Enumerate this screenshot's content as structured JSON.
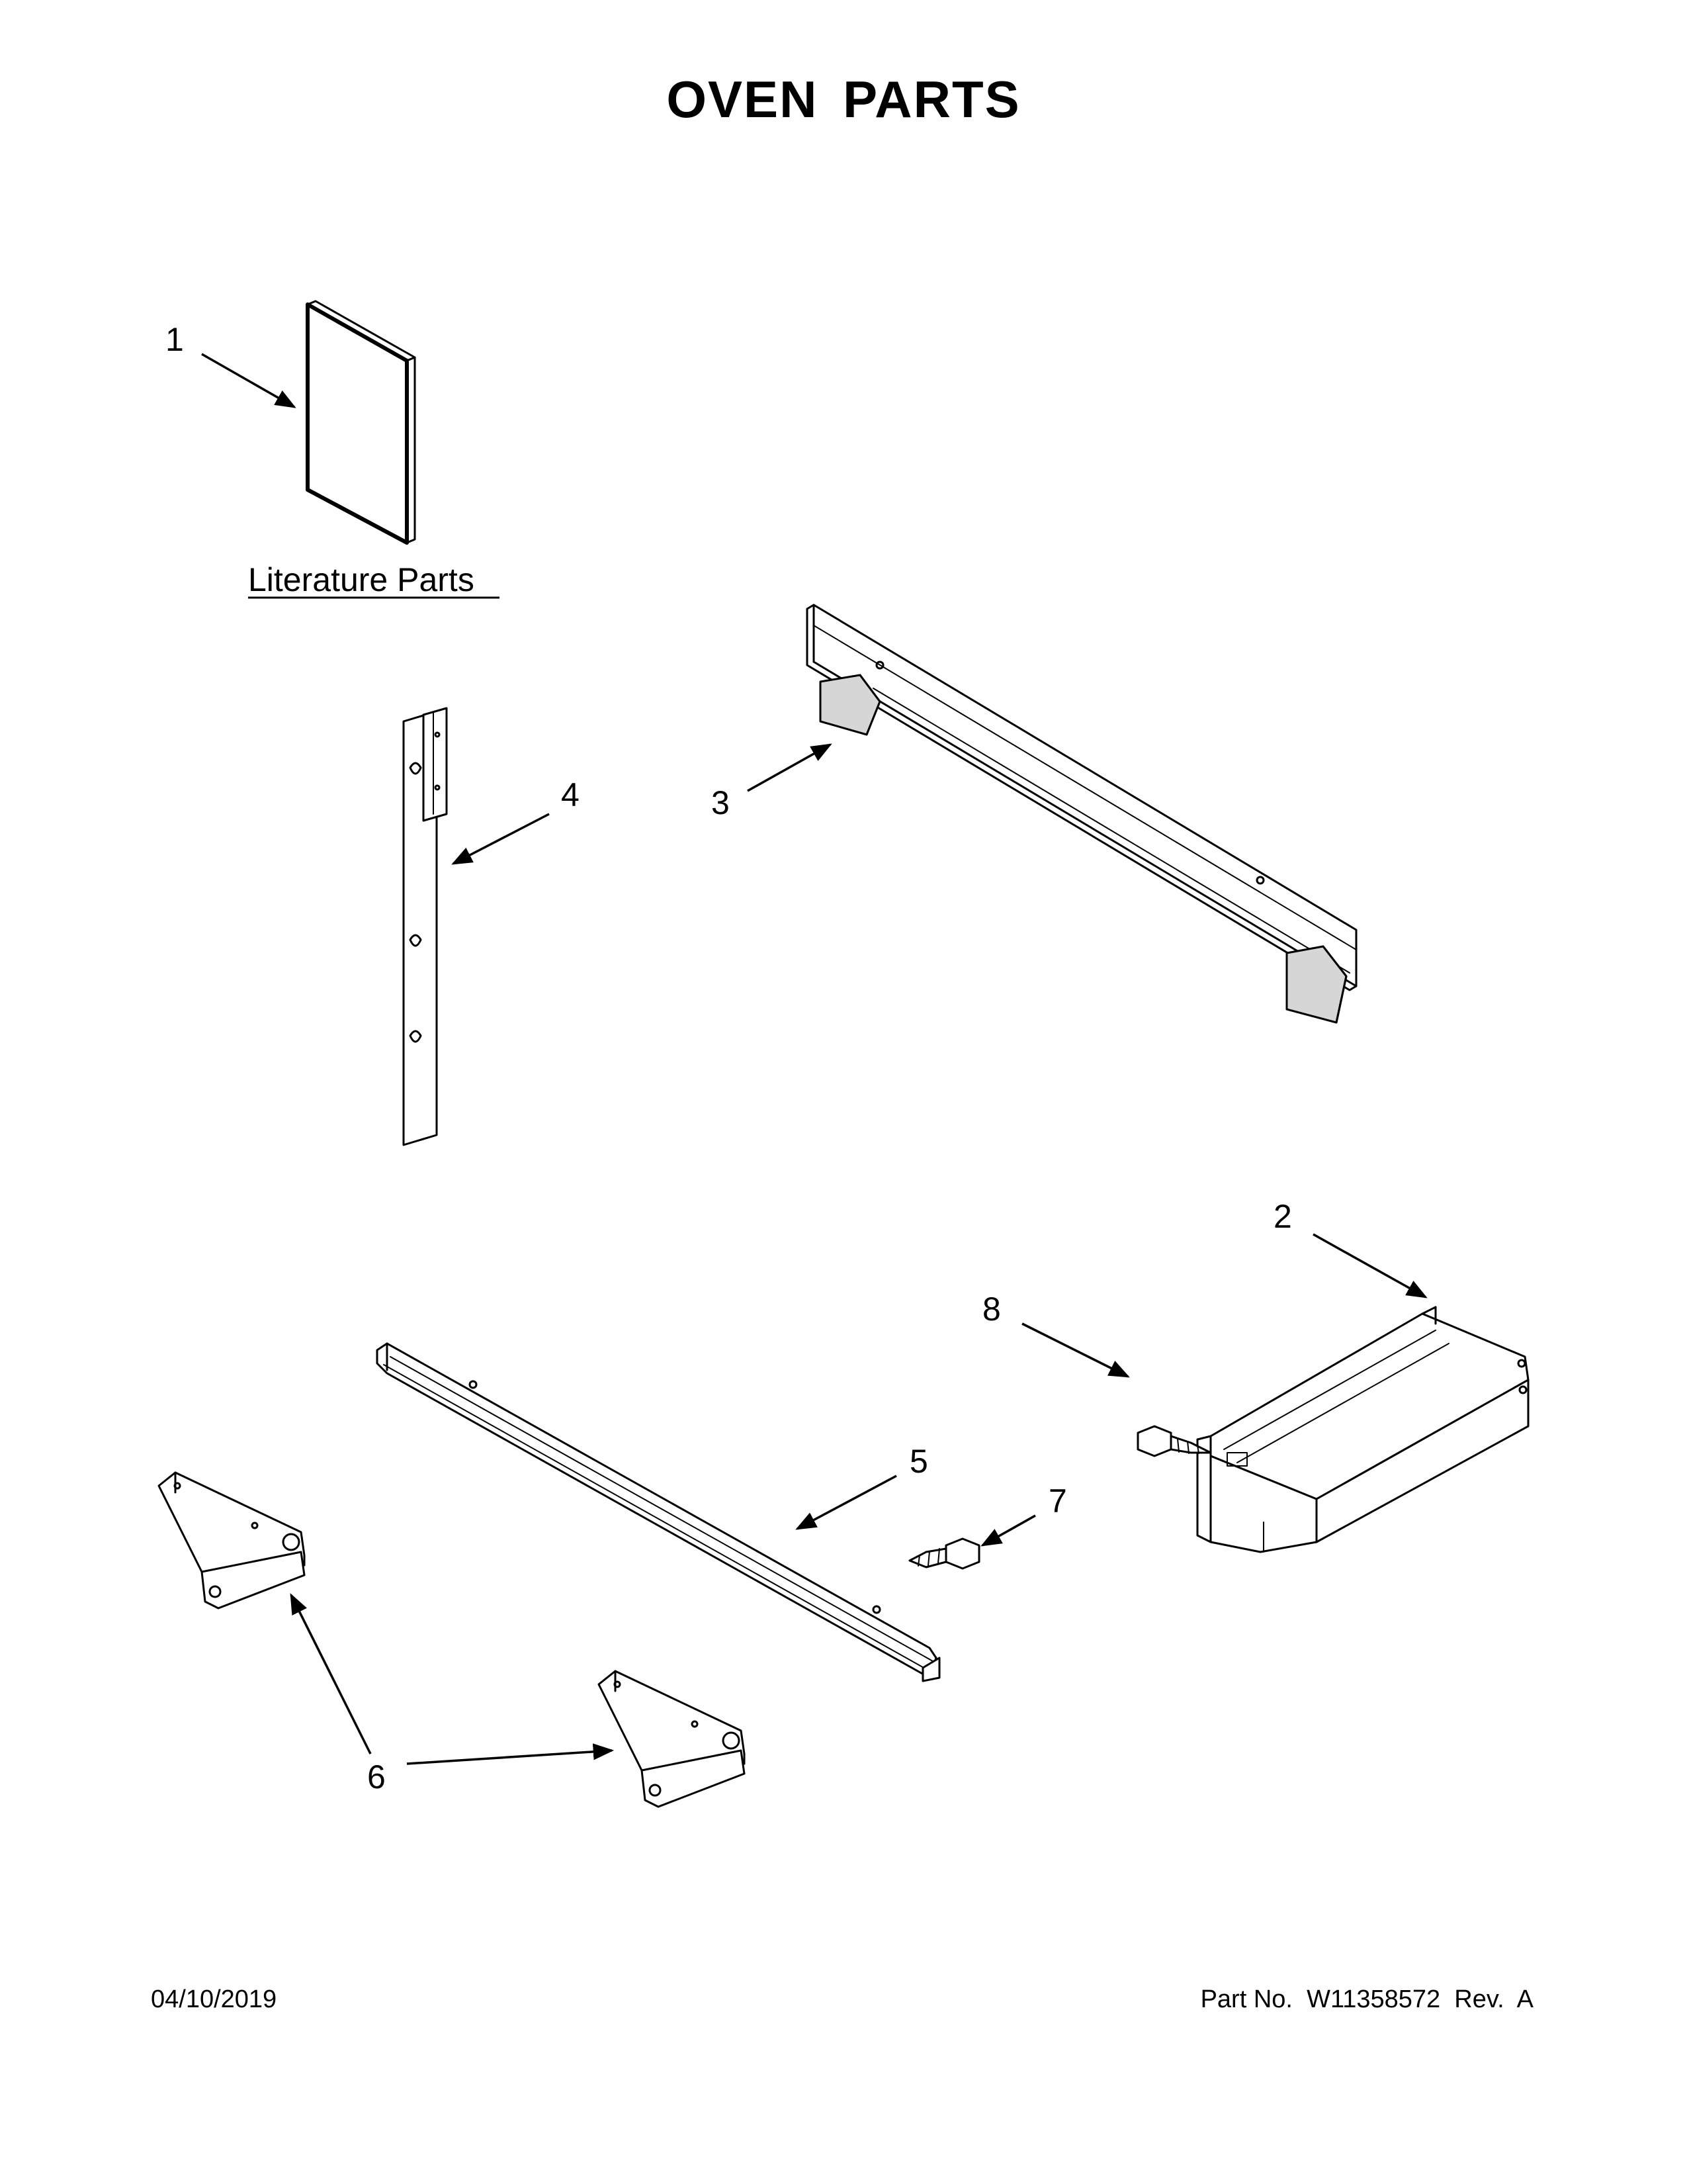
{
  "title": "OVEN PARTS",
  "literature_label": "Literature Parts",
  "callouts": [
    {
      "id": "1",
      "label": "1"
    },
    {
      "id": "2",
      "label": "2"
    },
    {
      "id": "3",
      "label": "3"
    },
    {
      "id": "4",
      "label": "4"
    },
    {
      "id": "5",
      "label": "5"
    },
    {
      "id": "6",
      "label": "6"
    },
    {
      "id": "7",
      "label": "7"
    },
    {
      "id": "8",
      "label": "8"
    }
  ],
  "footer": {
    "date": "04/10/2019",
    "part_number": "Part No.  W11358572  Rev.  A"
  }
}
